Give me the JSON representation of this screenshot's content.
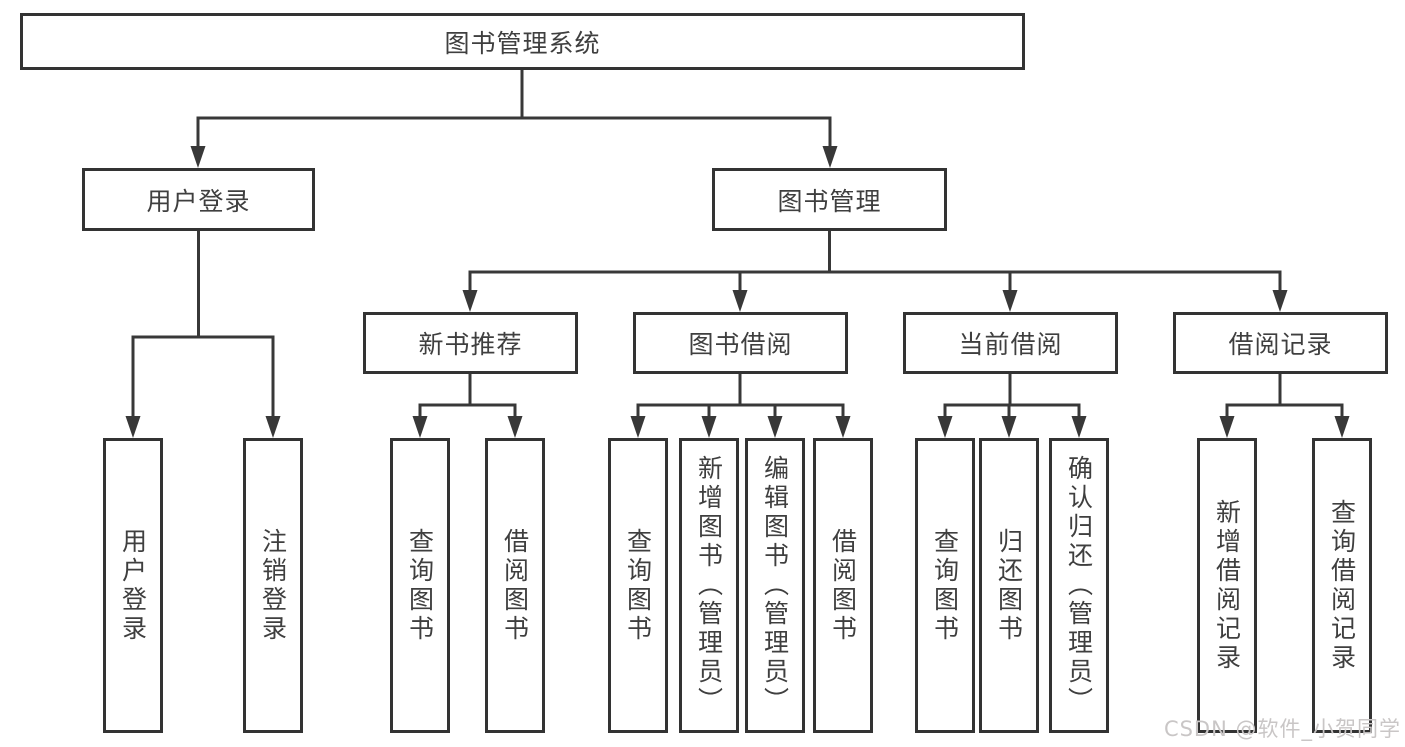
{
  "diagram": {
    "root": {
      "label": "图书管理系统"
    },
    "branches": [
      {
        "label": "用户登录",
        "children": [
          {
            "label": "用户登录"
          },
          {
            "label": "注销登录"
          }
        ]
      },
      {
        "label": "图书管理",
        "sections": [
          {
            "label": "新书推荐",
            "children": [
              {
                "label": "查询图书"
              },
              {
                "label": "借阅图书"
              }
            ]
          },
          {
            "label": "图书借阅",
            "children": [
              {
                "label": "查询图书"
              },
              {
                "label": "新增图书（管理员）"
              },
              {
                "label": "编辑图书（管理员）"
              },
              {
                "label": "借阅图书"
              }
            ]
          },
          {
            "label": "当前借阅",
            "children": [
              {
                "label": "查询图书"
              },
              {
                "label": "归还图书"
              },
              {
                "label": "确认归还（管理员）"
              }
            ]
          },
          {
            "label": "借阅记录",
            "children": [
              {
                "label": "新增借阅记录"
              },
              {
                "label": "查询借阅记录"
              }
            ]
          }
        ]
      }
    ],
    "watermark": "CSDN @软件_小贺同学",
    "colors": {
      "line": "#383838",
      "border": "#333333",
      "text": "#3f3f3f",
      "background": "#ffffff",
      "watermark": "#c9c6c6"
    }
  }
}
